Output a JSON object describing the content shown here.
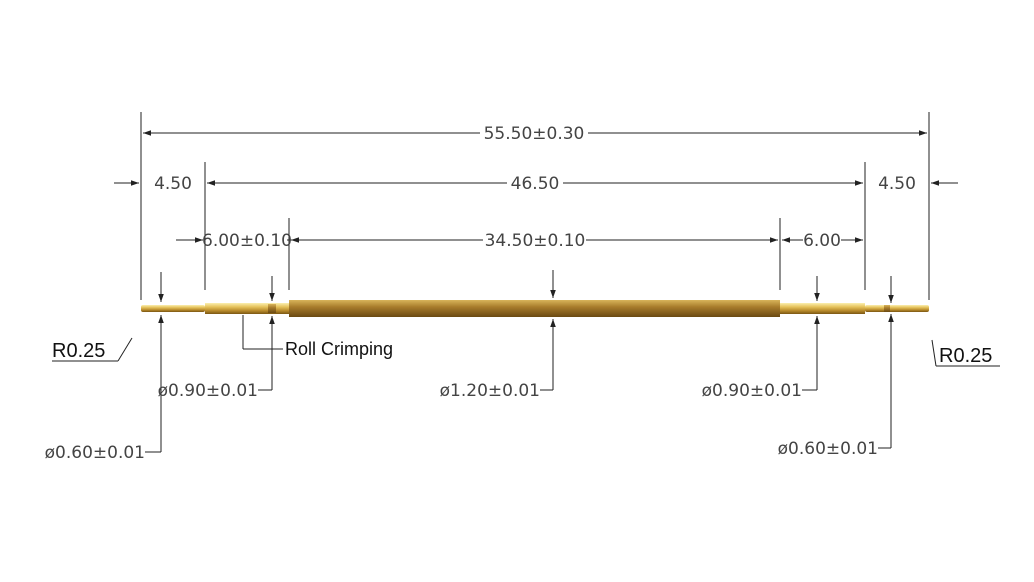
{
  "dimensions": {
    "overall": "55.50±0.30",
    "inner": "46.50",
    "left_end": "4.50",
    "right_end": "4.50",
    "left_step": "6.00±0.10",
    "middle": "34.50±0.10",
    "right_step": "6.00"
  },
  "diameters": {
    "left_outer": "ø0.60±0.01",
    "left_inner": "ø0.90±0.01",
    "center": "ø1.20±0.01",
    "right_inner": "ø0.90±0.01",
    "right_outer": "ø0.60±0.01"
  },
  "labels": {
    "roll_crimping": "Roll Crimping",
    "radius_left": "R0.25",
    "radius_right": "R0.25"
  },
  "colors": {
    "brass_light": "#f2d675",
    "brass_mid": "#c8a040",
    "brass_dark": "#8a6418",
    "line": "#222222"
  }
}
